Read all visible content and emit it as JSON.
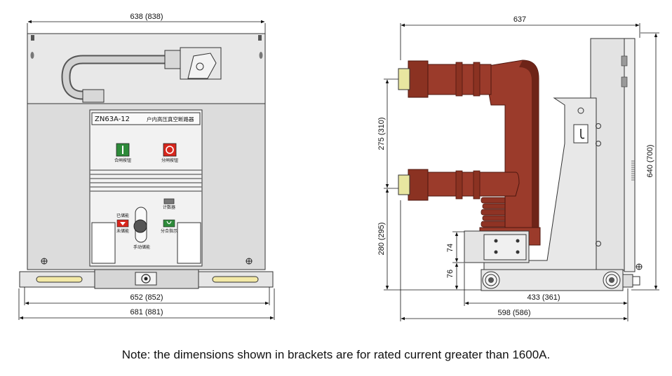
{
  "front_view": {
    "dim_top": "638 (838)",
    "dim_bottom_inner": "652 (852)",
    "dim_bottom_outer": "681 (881)",
    "nameplate": {
      "model": "ZN63A-12",
      "name": "户内高压真空断路器"
    },
    "close_button_label": "合闸按钮",
    "open_button_label": "分闸按钮",
    "counter_label": "计数器",
    "charged_label": "已储能",
    "uncharged_label": "未储能",
    "manual_charge_label": "手动储能",
    "position_indicator_label": "分合指示"
  },
  "side_view": {
    "dim_top": "637",
    "dim_right": "640 (700)",
    "dim_left_upper": "275 (310)",
    "dim_left_lower": "280 (295)",
    "dim_74": "74",
    "dim_76": "76",
    "dim_bottom_inner": "433 (361)",
    "dim_bottom_outer": "598 (586)"
  },
  "note": "Note: the dimensions shown in brackets are for rated current greater than 1600A.",
  "colors": {
    "panel": "#e4e4e4",
    "panel_light": "#efefef",
    "insulator": "#9b3b2b",
    "insulator_dark": "#6e2418",
    "contact": "#e8e6a0",
    "close_green": "#2e8b3a",
    "open_red": "#d8261c",
    "base_yellow": "#f3e9a6"
  }
}
